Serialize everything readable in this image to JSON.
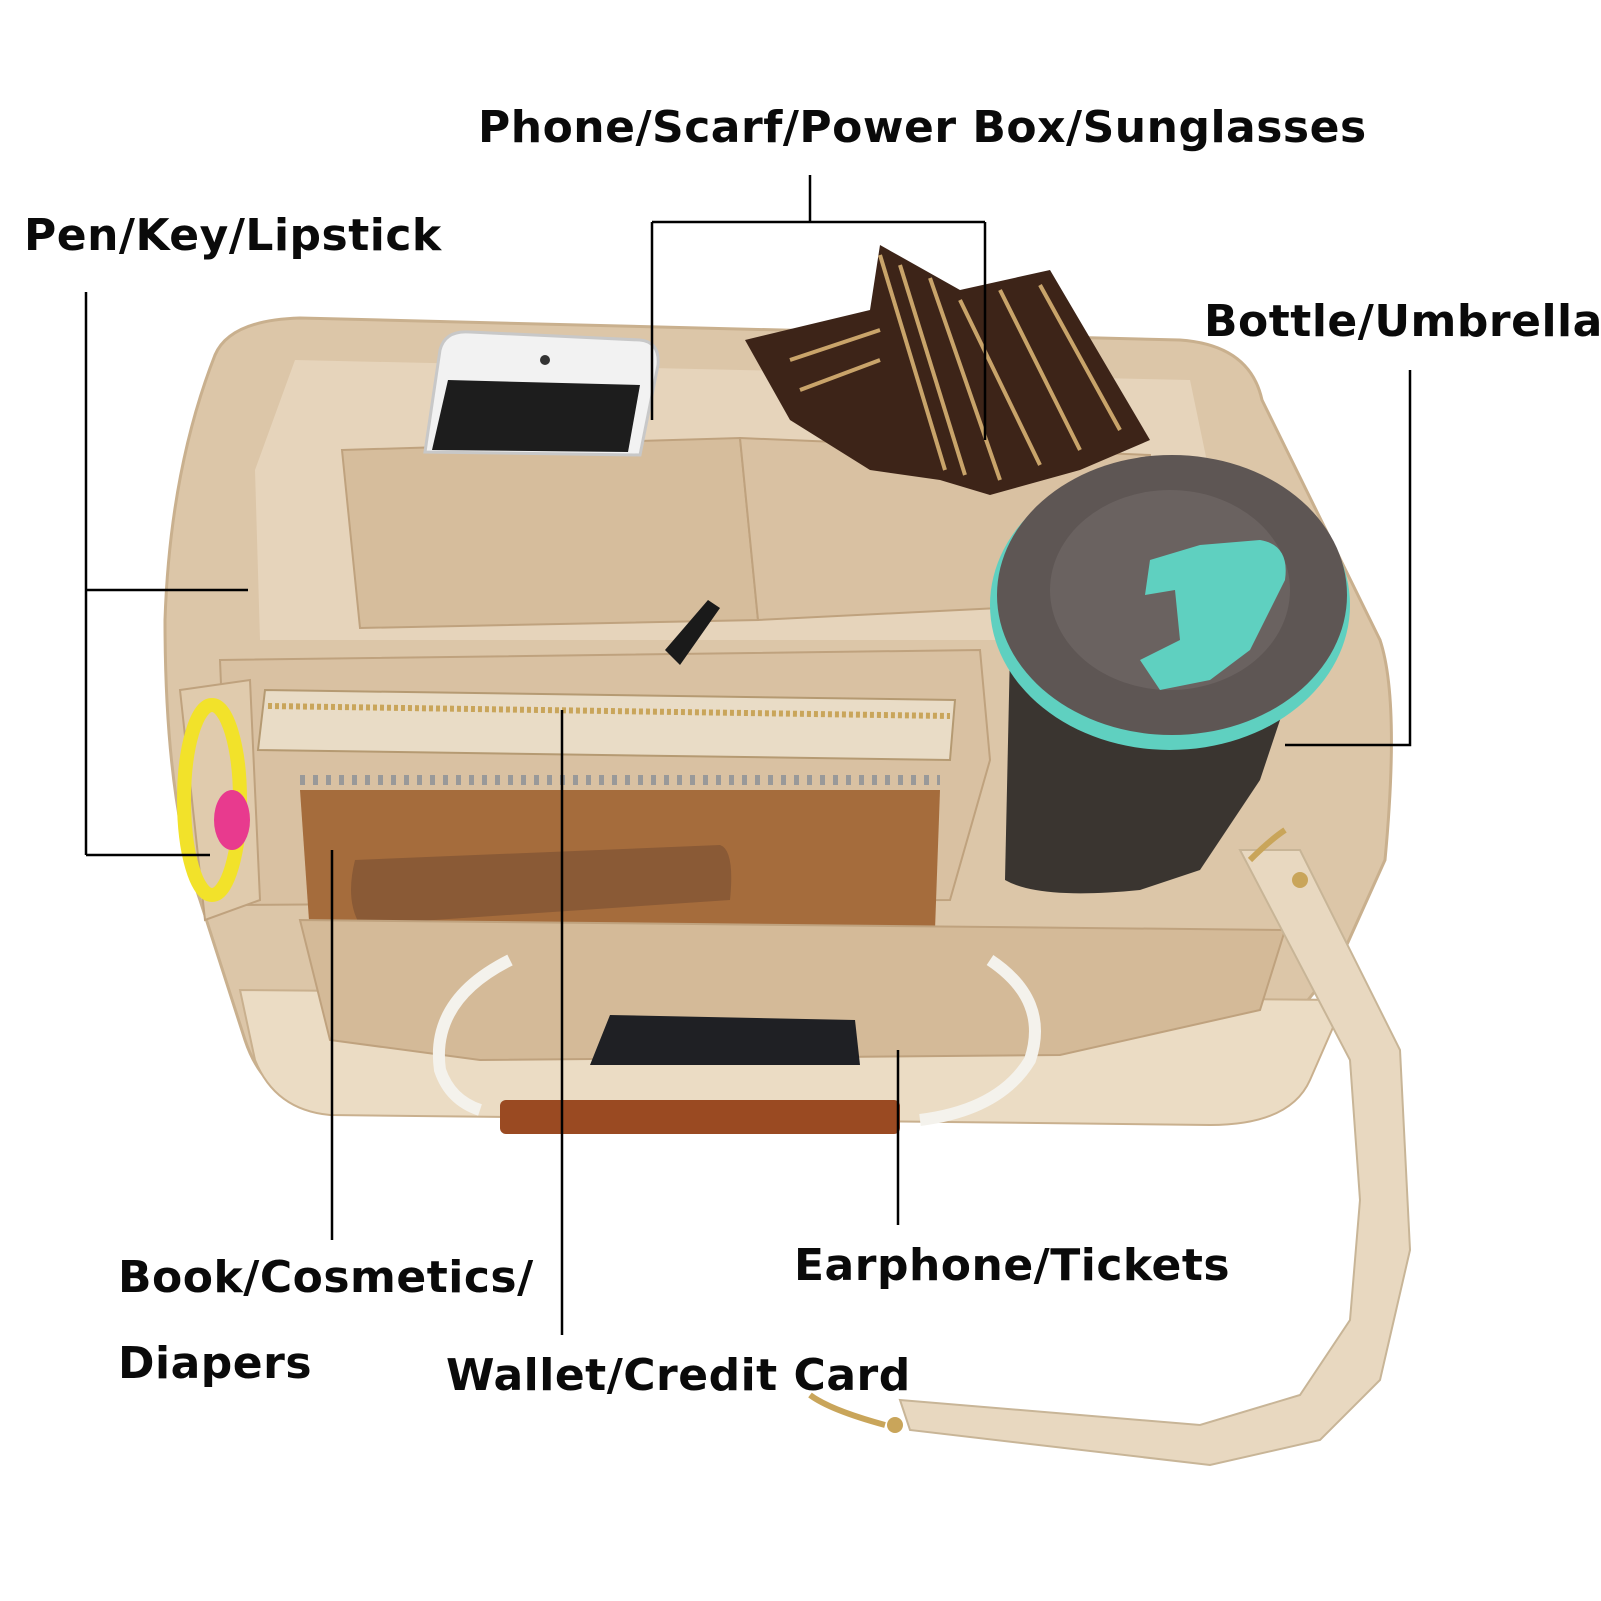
{
  "labels": {
    "phone": "Phone/Scarf/Power Box/Sunglasses",
    "pen": "Pen/Key/Lipstick",
    "bottle": "Bottle/Umbrella",
    "book_line1": "Book/Cosmetics/",
    "book_line2": "Diapers",
    "earphone": "Earphone/Tickets",
    "wallet": "Wallet/Credit Card"
  },
  "colors": {
    "felt": "#dcc6a8",
    "felt_light": "#e8d8c0",
    "felt_shadow": "#c9b08e",
    "leader_line": "#000000",
    "scarf": "#3d2418",
    "bottle_lid": "#5e5654",
    "bottle_accent": "#5fd0c0",
    "leather": "#8a5a36",
    "tab": "#9a4a22"
  }
}
